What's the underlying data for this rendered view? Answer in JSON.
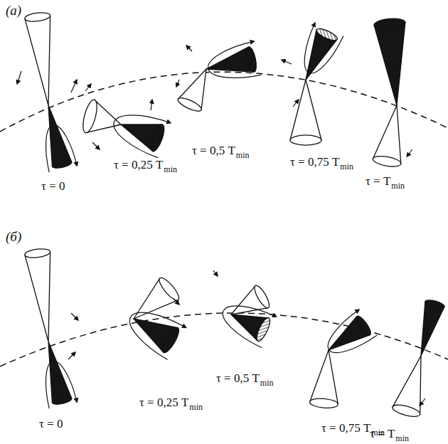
{
  "diagram": {
    "labels": [
      "(a)",
      "τ = 0",
      "τ = 0,25 T",
      "min",
      "τ = 0,5 T",
      "min",
      "τ = 0,75 T",
      "min",
      "τ = T",
      "min",
      "(б)",
      "τ = 0",
      "τ = 0,25 T",
      "min",
      "τ = 0,5 T",
      "min",
      "τ = 0,75 T",
      "min",
      "τ = T",
      "min"
    ]
  }
}
